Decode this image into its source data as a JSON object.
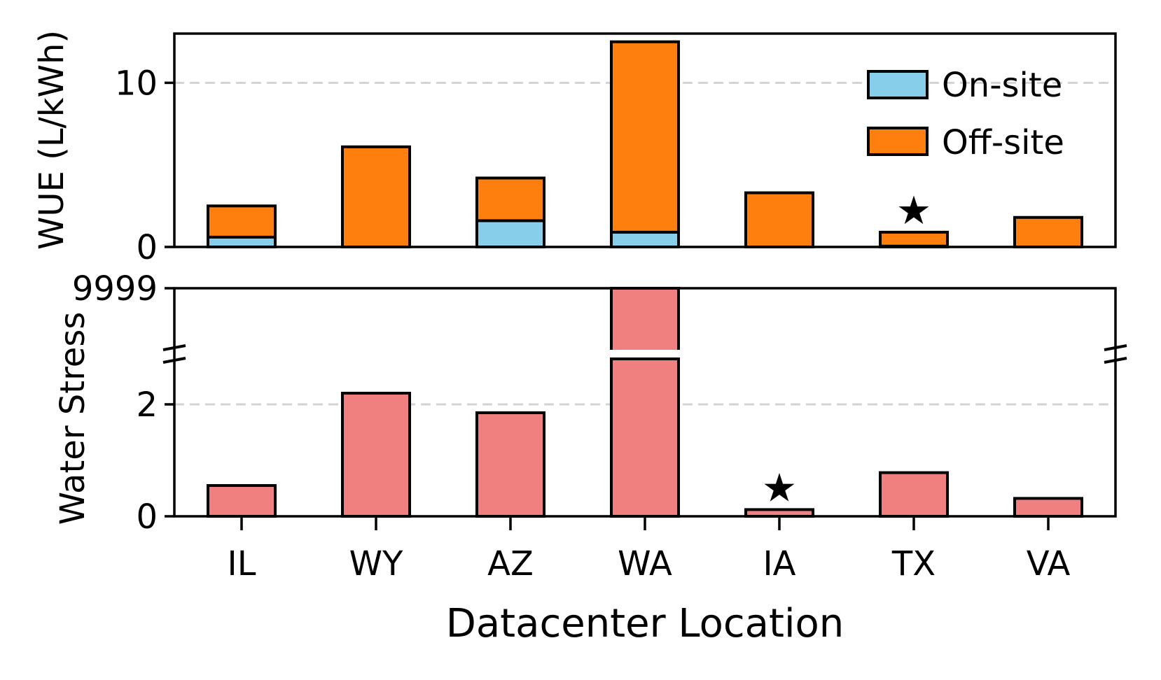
{
  "chart_data": [
    {
      "type": "bar",
      "stacked": true,
      "title": "",
      "xlabel": "",
      "ylabel": "WUE (L/kWh)",
      "ylim": [
        0,
        13
      ],
      "yticks": [
        0,
        10
      ],
      "grid": "y-dashed",
      "legend": "top-right",
      "categories": [
        "IL",
        "WY",
        "AZ",
        "WA",
        "IA",
        "TX",
        "VA"
      ],
      "series": [
        {
          "name": "On-site",
          "color": "#87CEEB",
          "values": [
            0.6,
            0.0,
            1.6,
            0.9,
            0.0,
            0.05,
            0.0
          ]
        },
        {
          "name": "Off-site",
          "color": "#FF7F0E",
          "values": [
            1.9,
            6.1,
            2.6,
            11.6,
            3.3,
            0.85,
            1.8
          ]
        }
      ],
      "annotations": [
        {
          "category": "TX",
          "marker": "star-icon"
        }
      ]
    },
    {
      "type": "bar",
      "title": "",
      "xlabel": "Datacenter Location",
      "ylabel": "Water Stress",
      "broken_axis": true,
      "ylim_lower": [
        0,
        3.0
      ],
      "ylim_upper": [
        9000,
        9999
      ],
      "yticks": [
        0,
        2,
        9999
      ],
      "grid": "y-dashed",
      "categories": [
        "IL",
        "WY",
        "AZ",
        "WA",
        "IA",
        "TX",
        "VA"
      ],
      "series": [
        {
          "color": "#F08080",
          "values": [
            0.55,
            2.2,
            1.85,
            9999,
            0.12,
            0.78,
            0.32
          ]
        }
      ],
      "annotations": [
        {
          "category": "IA",
          "marker": "star-icon"
        }
      ]
    }
  ]
}
